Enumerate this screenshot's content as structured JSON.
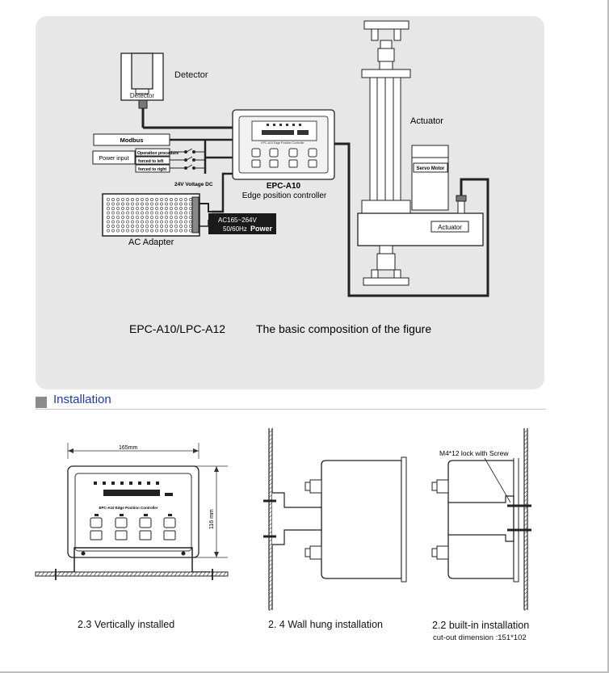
{
  "composition": {
    "detector_label": "Detector",
    "detector_box_label": "Detector",
    "actuator_label": "Actuator",
    "actuator_box_label": "Actuator",
    "servo_motor_label": "Servo Motor",
    "modbus_label": "Modbus",
    "power_input_label": "Power input",
    "switch_labels": [
      "Operation procedure",
      "forced to left",
      "forced to right"
    ],
    "voltage_label": "24V Voltage DC",
    "controller_model": "EPC-A10",
    "controller_desc": "Edge position controller",
    "ac_adapter_label": "AC Adapter",
    "ac_range": "AC165~264V",
    "ac_freq": "50/60Hz",
    "ac_power": "Power",
    "caption_model": "EPC-A10/LPC-A12",
    "caption_text": "The basic composition of the figure"
  },
  "installation": {
    "section_title": "Installation",
    "width_dim": "165mm",
    "height_dim": "116 mm",
    "panel_text": "EPC-A10  Edge Position Controller",
    "screw_label": "M4*12 lock with Screw",
    "caption_vertical": "2.3 Vertically installed",
    "caption_wall": "2. 4 Wall hung installation",
    "caption_builtin": "2.2 built-in installation",
    "caption_cutout": "cut-out dimension :151*102"
  }
}
